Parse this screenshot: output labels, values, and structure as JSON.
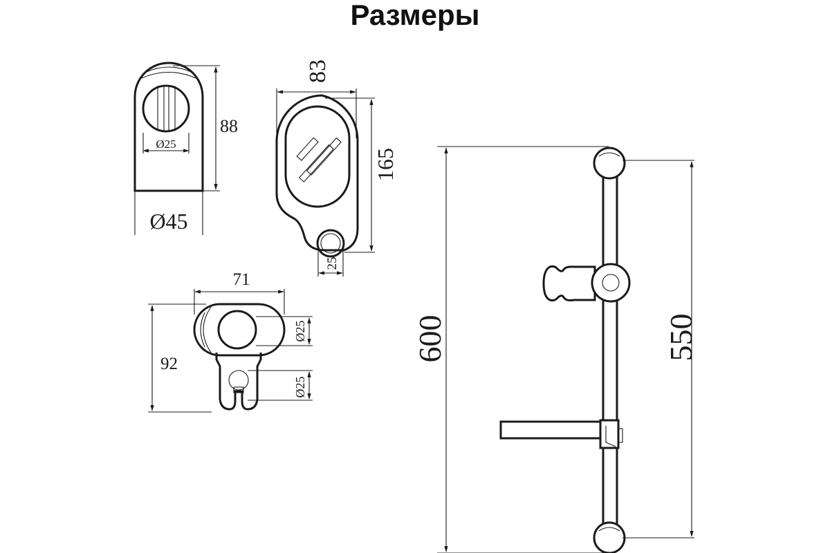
{
  "title": "Размеры",
  "dimensions": {
    "holder_diameter": "Ø45",
    "holder_height": "88",
    "holder_bore": "Ø25",
    "soap_width": "83",
    "soap_height": "165",
    "soap_bore": "25",
    "bracket_width": "71",
    "bracket_height": "92",
    "bracket_bore_top": "Ø25",
    "bracket_bore_bottom": "Ø25",
    "bar_total_length": "600",
    "bar_center_distance": "550"
  },
  "colors": {
    "line": "#1a1a1a",
    "background": "#ffffff"
  }
}
